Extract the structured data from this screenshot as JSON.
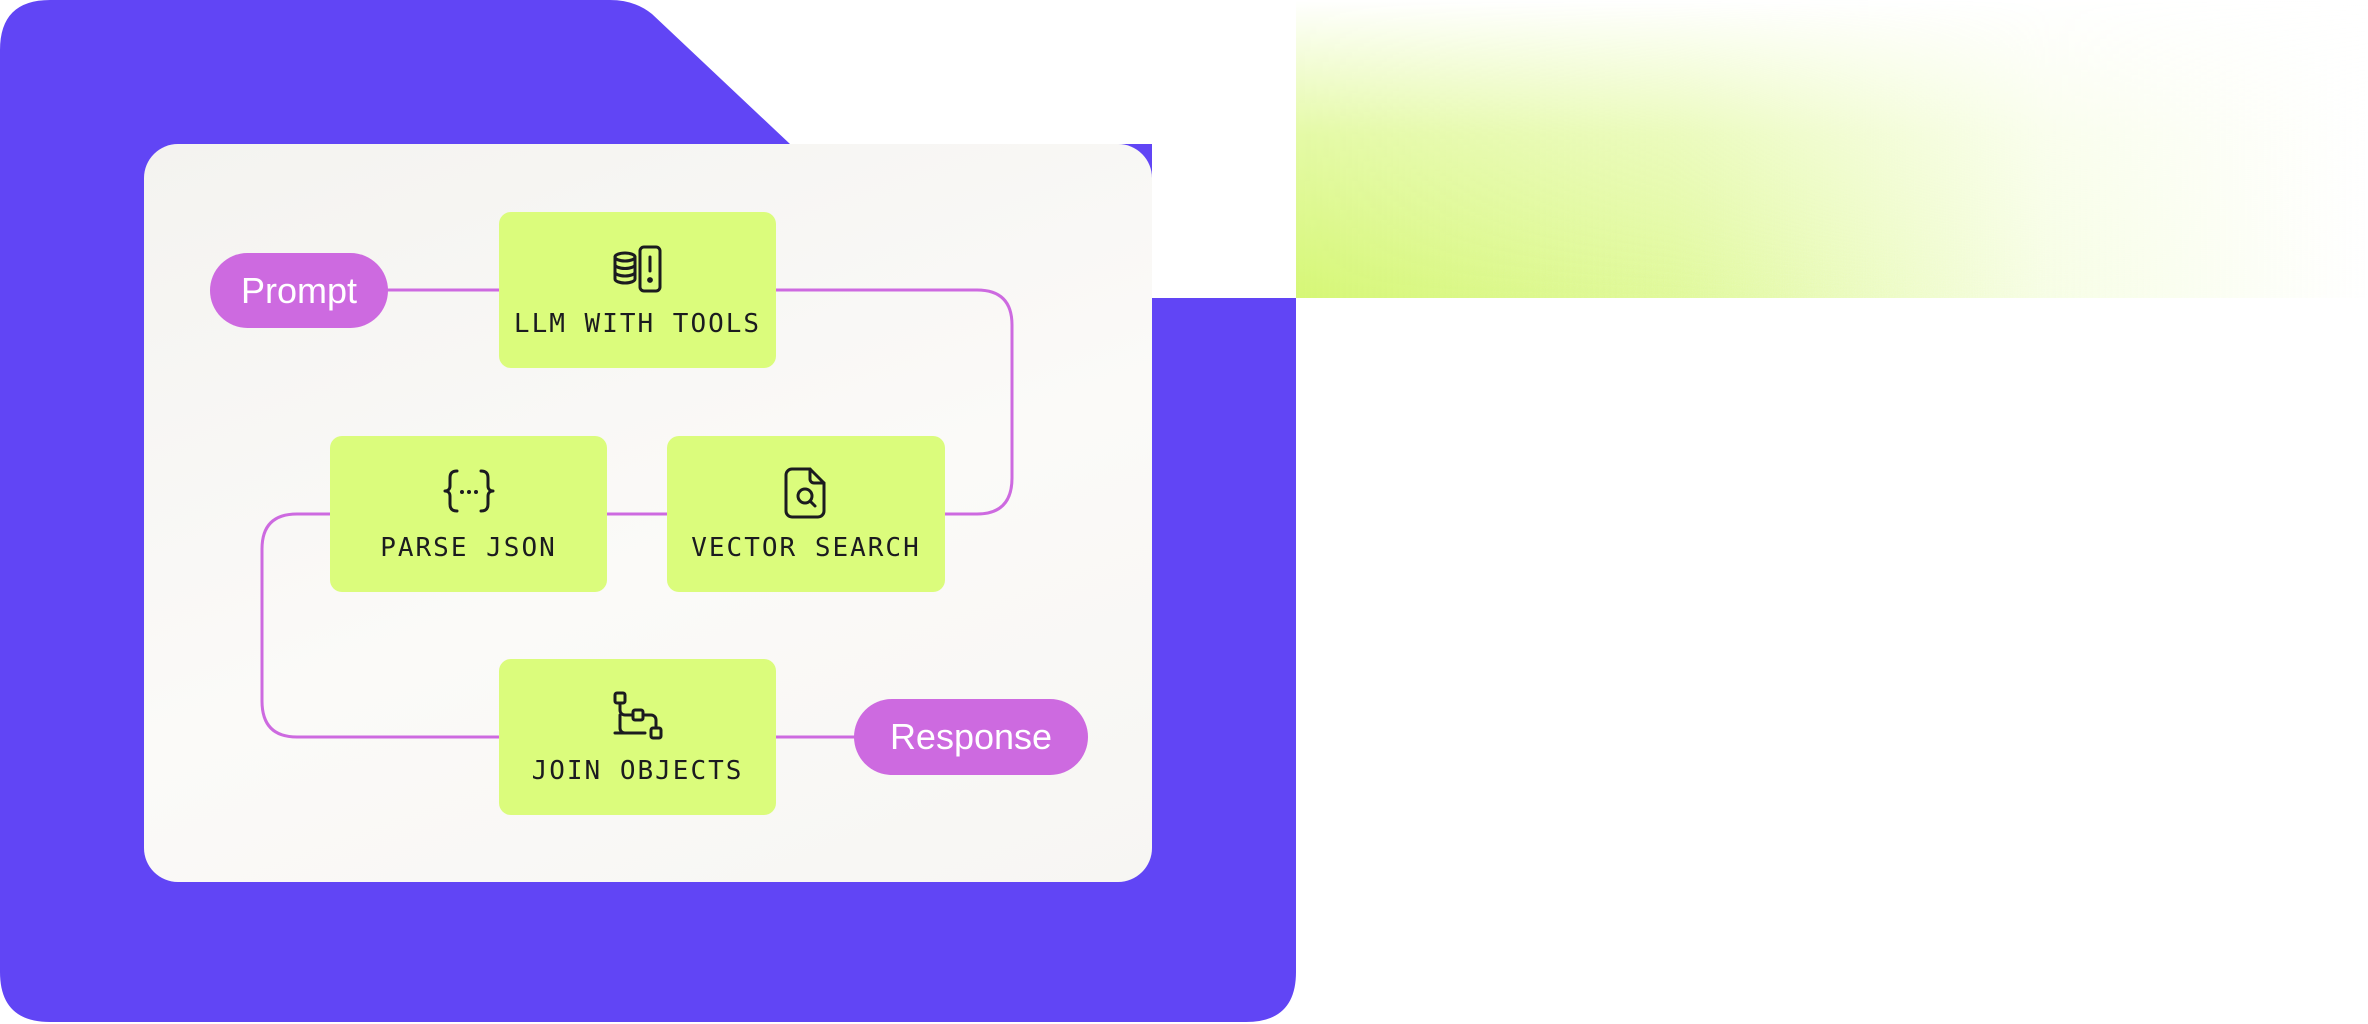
{
  "colors": {
    "frame": "#6145f5",
    "card": "#f6f5f2",
    "node": "#dbfc7c",
    "pill": "#cd6ae0",
    "connector": "#cd6ae0",
    "text": "#1b1b1f",
    "haze": "#d6f776"
  },
  "diagram": {
    "terminals": {
      "prompt": "Prompt",
      "response": "Response"
    },
    "nodes": [
      {
        "id": "llm",
        "label": "LLM WITH TOOLS",
        "icon": "database-phone-icon"
      },
      {
        "id": "parse",
        "label": "PARSE JSON",
        "icon": "curly-braces-icon"
      },
      {
        "id": "vector",
        "label": "VECTOR SEARCH",
        "icon": "file-search-icon"
      },
      {
        "id": "join",
        "label": "JOIN OBJECTS",
        "icon": "workflow-icon"
      }
    ],
    "edges": [
      {
        "from": "prompt",
        "to": "llm"
      },
      {
        "from": "llm",
        "to": "vector"
      },
      {
        "from": "vector",
        "to": "parse"
      },
      {
        "from": "parse",
        "to": "join"
      },
      {
        "from": "join",
        "to": "response"
      }
    ]
  }
}
